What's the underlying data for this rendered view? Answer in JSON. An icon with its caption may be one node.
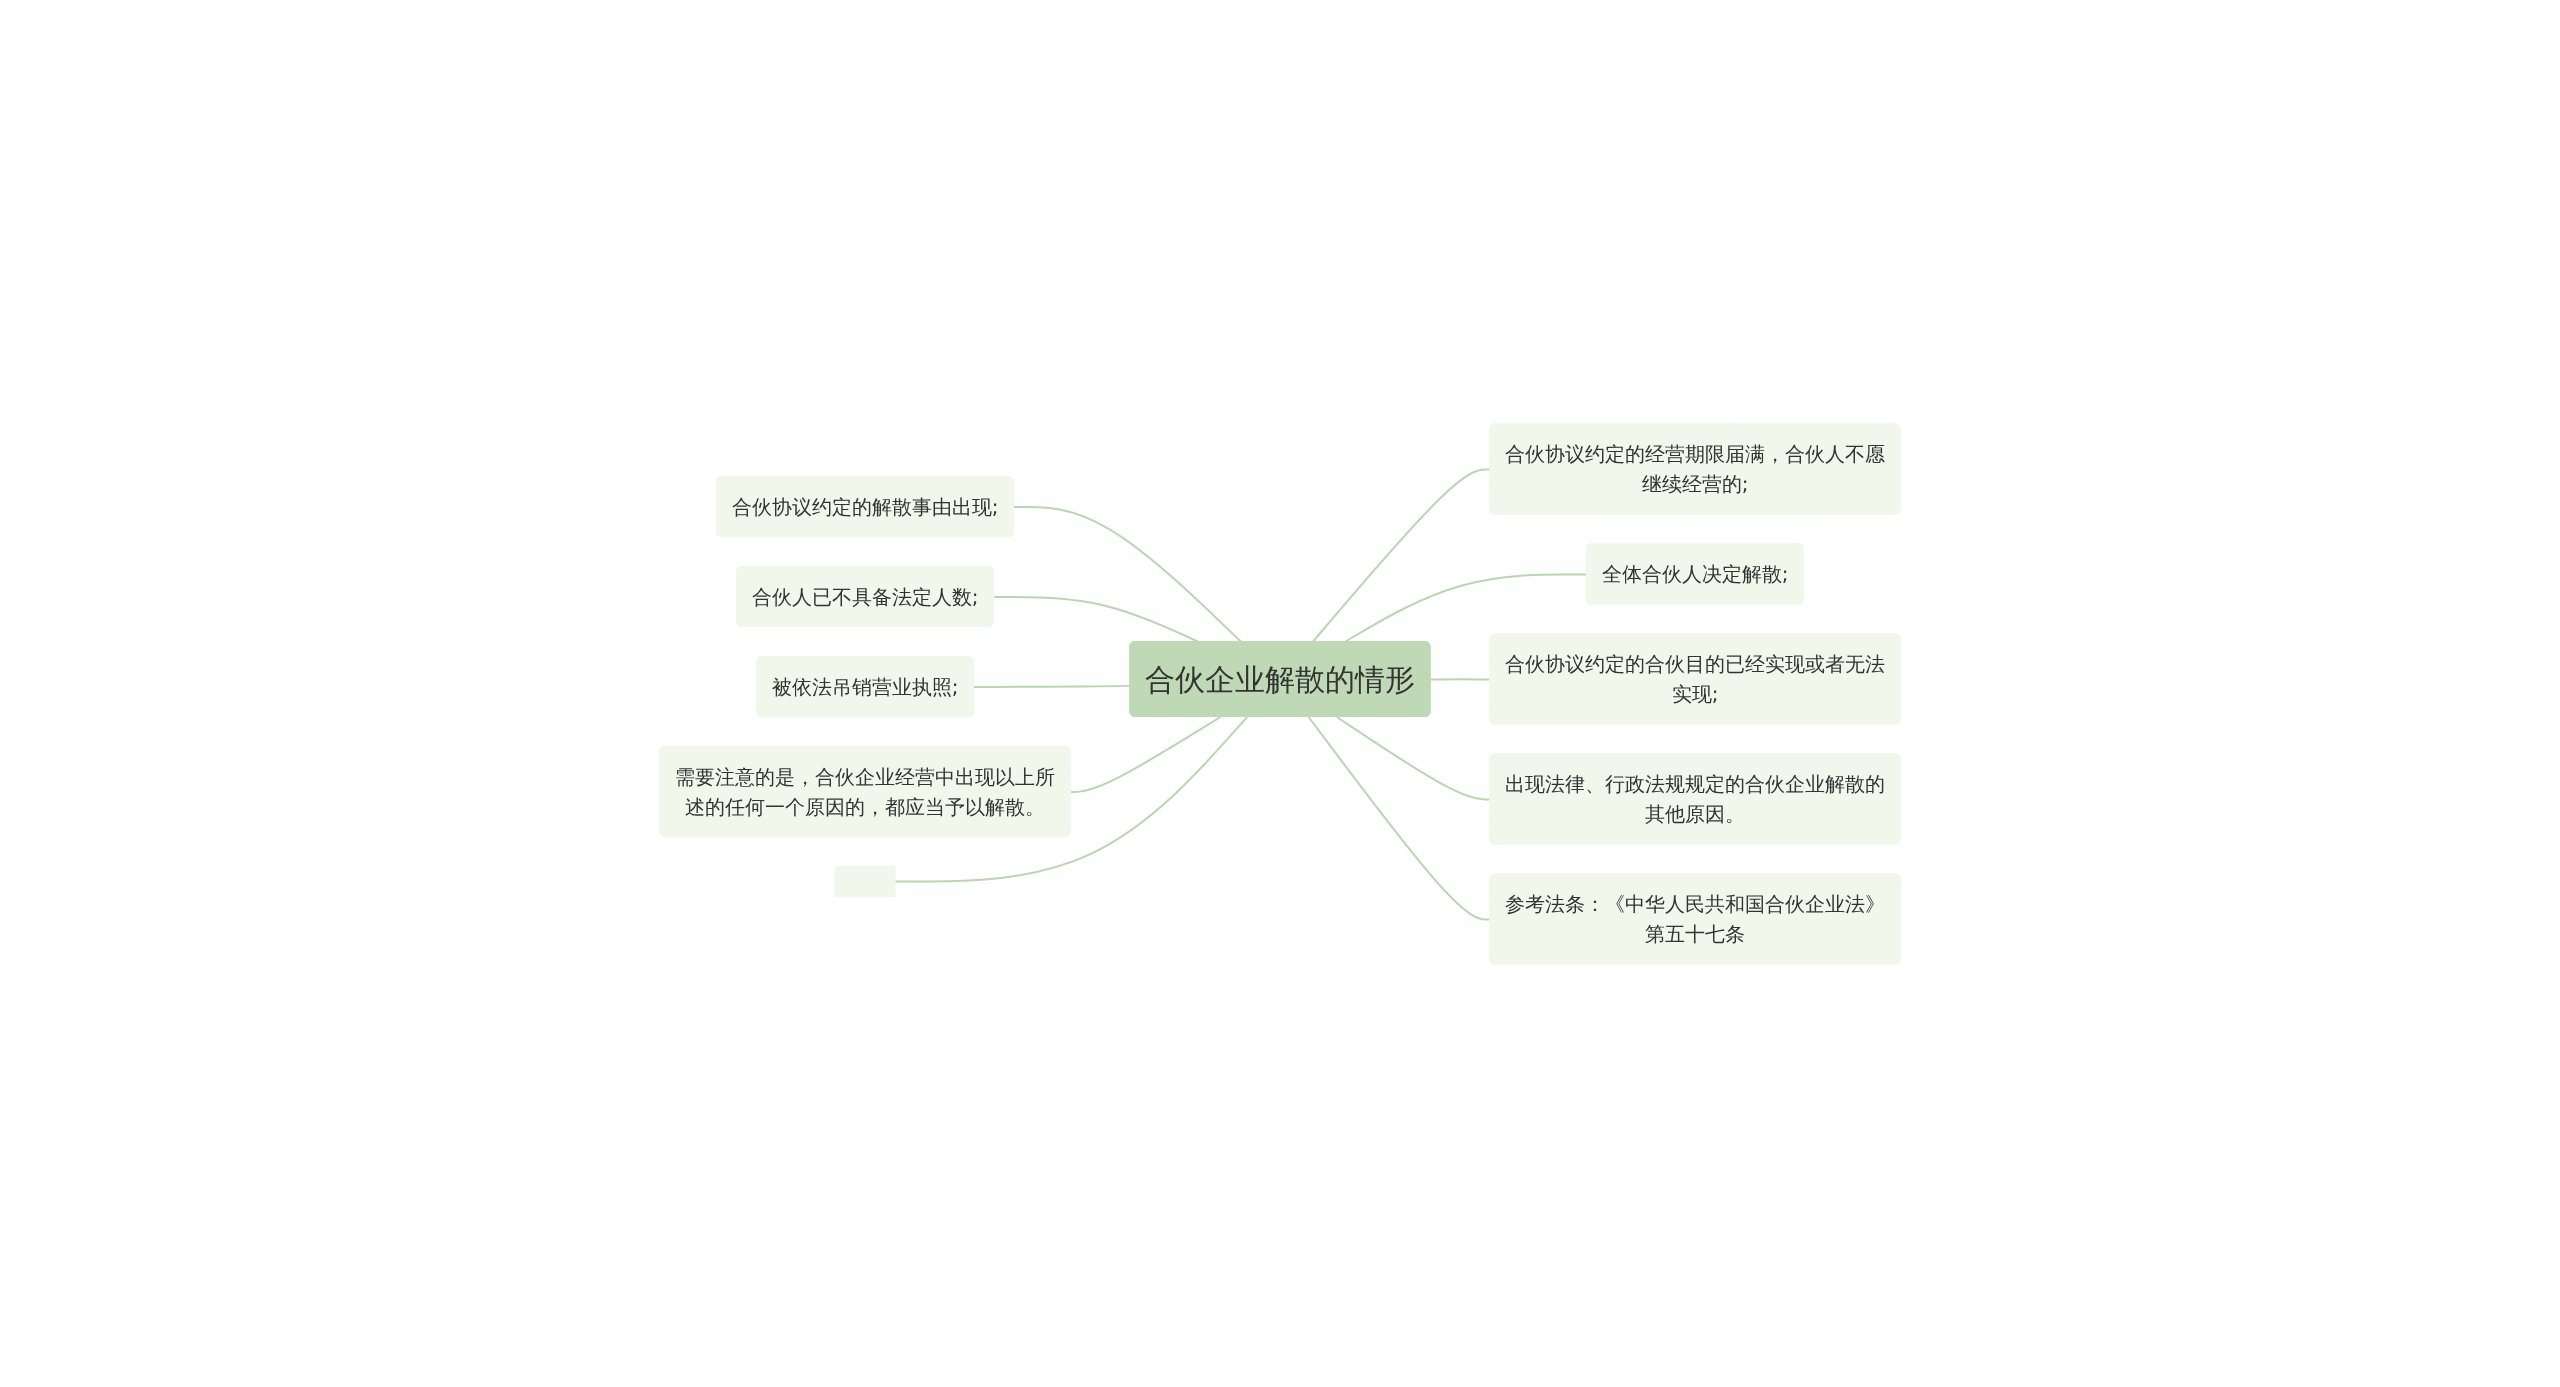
{
  "diagram": {
    "nodes": [
      {
        "text": [
          "合伙企业解散的情形"
        ]
      },
      {
        "text": [
          "合伙协议约定的解散事由出现;"
        ]
      },
      {
        "text": [
          "合伙人已不具备法定人数;"
        ]
      },
      {
        "text": [
          "被依法吊销营业执照;"
        ]
      },
      {
        "text": [
          "需要注意的是，合伙企业经营中出现以上所述的任何一个原因的，都应当予以解散。"
        ]
      },
      {
        "text": [],
        "shape": "box"
      },
      {
        "text": [
          "合伙协议约定的经营期限届满，合伙人不愿继续经营的;"
        ]
      },
      {
        "text": [
          "全体合伙人决定解散;"
        ]
      },
      {
        "text": [
          "合伙协议约定的合伙目的已经实现或者无法实现;"
        ]
      },
      {
        "text": [
          "出现法律、行政法规规定的合伙企业解散的其他原因。"
        ]
      },
      {
        "text": [
          "参考法条：《中华人民共和国合伙企业法》第五十七条"
        ]
      }
    ],
    "edges": [
      {
        "from": 0,
        "to": 1,
        "arrow": "none"
      },
      {
        "from": 0,
        "to": 2,
        "arrow": "none"
      },
      {
        "from": 0,
        "to": 3,
        "arrow": "none"
      },
      {
        "from": 0,
        "to": 4,
        "arrow": "none"
      },
      {
        "from": 0,
        "to": 5,
        "arrow": "none"
      },
      {
        "from": 0,
        "to": 6,
        "arrow": "none"
      },
      {
        "from": 0,
        "to": 7,
        "arrow": "none"
      },
      {
        "from": 0,
        "to": 8,
        "arrow": "none"
      },
      {
        "from": 0,
        "to": 9,
        "arrow": "none"
      },
      {
        "from": 0,
        "to": 10,
        "arrow": "none"
      }
    ]
  }
}
